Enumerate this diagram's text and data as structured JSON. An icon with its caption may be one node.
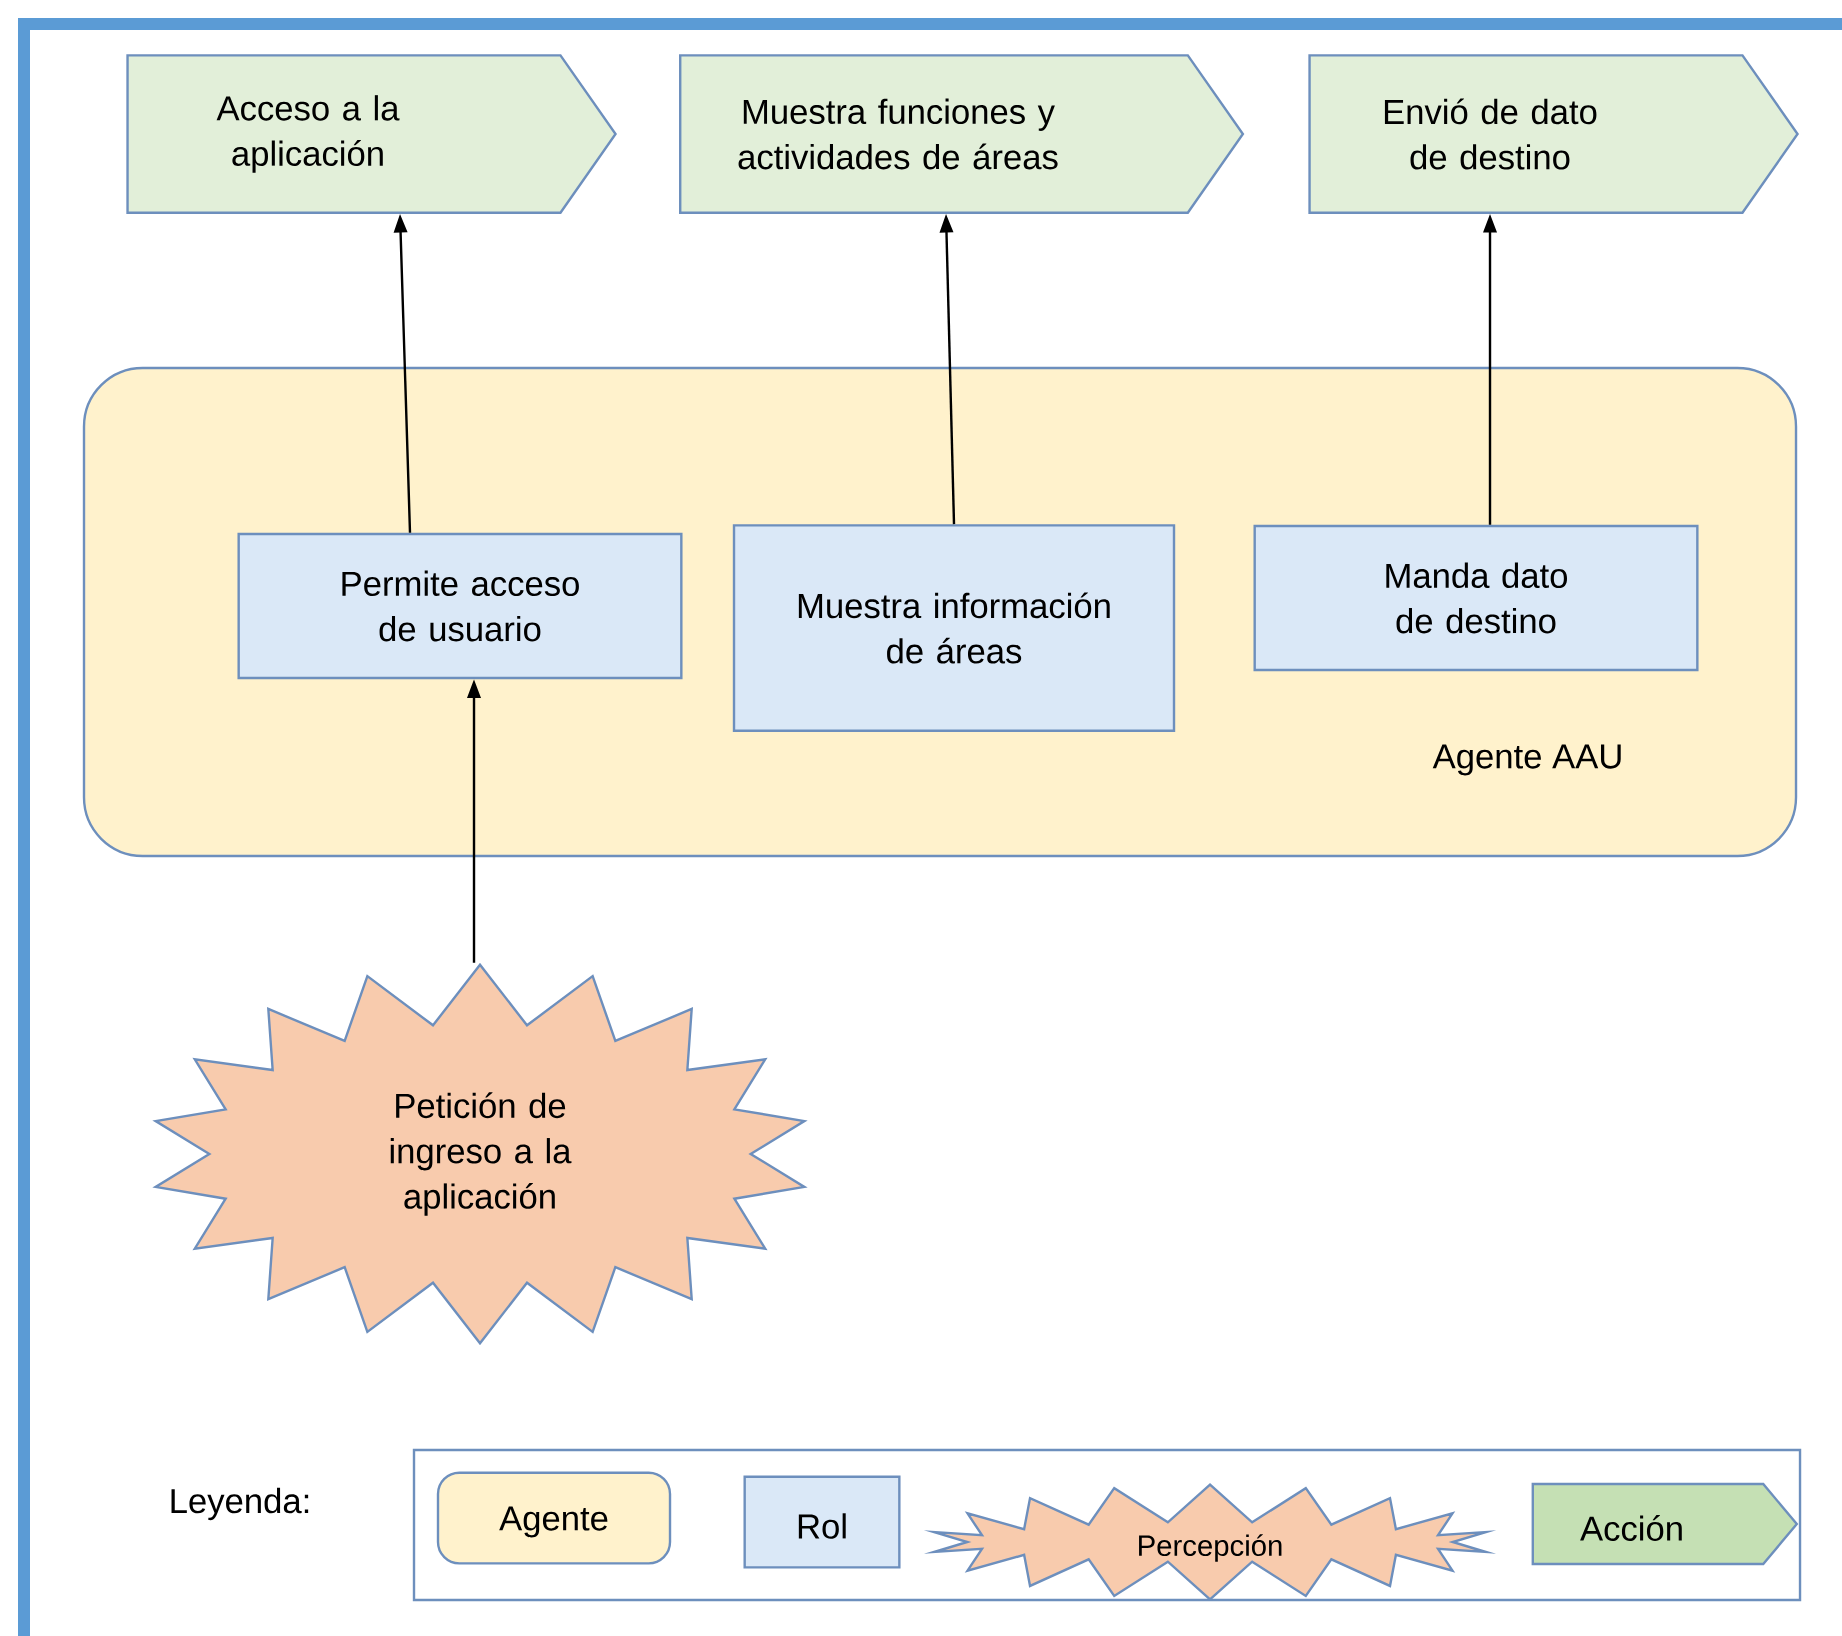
{
  "diagram": {
    "nodes": [
      {
        "text": [
          "Acceso a la aplicación"
        ]
      },
      {
        "text": [
          "Muestra funciones y actividades de áreas"
        ]
      },
      {
        "text": [
          "Envió de dato de destino"
        ]
      },
      {
        "text": [
          "Agente AAU"
        ]
      },
      {
        "text": [
          "Permite acceso de usuario"
        ],
        "in": 3
      },
      {
        "text": [
          "Muestra información de áreas"
        ],
        "in": 3
      },
      {
        "text": [
          "Manda dato de destino"
        ],
        "in": 3
      },
      {
        "text": [
          "Petición de ingreso a la aplicación"
        ]
      }
    ],
    "edges": [
      {
        "from": 4,
        "to": 0,
        "arrow": "to"
      },
      {
        "from": 5,
        "to": 1,
        "arrow": "to"
      },
      {
        "from": 6,
        "to": 2,
        "arrow": "to"
      },
      {
        "from": 7,
        "to": 4,
        "arrow": "to"
      }
    ],
    "labels": [
      "Leyenda:"
    ],
    "legend": [
      {
        "text": "Agente",
        "color": "#fff2cc"
      },
      {
        "text": "Rol",
        "color": "#dae8f7"
      },
      {
        "text": "Percepción",
        "color": "#f8cbad"
      },
      {
        "text": "Acción",
        "color": "#c5e0b4"
      }
    ]
  }
}
